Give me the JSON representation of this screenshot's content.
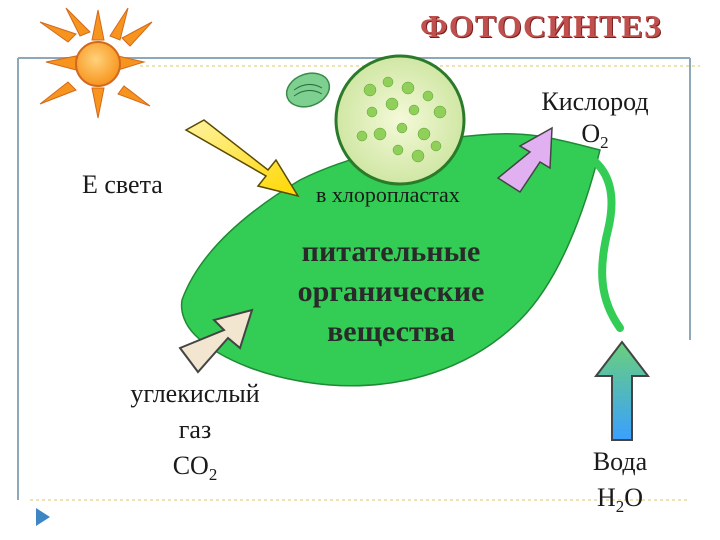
{
  "title": "ФОТОСИНТЕЗ",
  "labels": {
    "oxygen_word": "Кислород",
    "oxygen_formula_base": "O",
    "oxygen_formula_sub": "2",
    "light": "Е света",
    "chloroplasts": "в хлоропластах",
    "organic_line1": "питательные",
    "organic_line2": "органические",
    "organic_line3": "вещества",
    "co2_line1": "углекислый",
    "co2_line2": "газ",
    "co2_formula_base": "CO",
    "co2_formula_sub": "2",
    "water_word": "Вода",
    "water_formula_h": "H",
    "water_formula_sub": "2",
    "water_formula_o": "O"
  },
  "colors": {
    "title": "#c0504d",
    "leaf": "#33cc55",
    "sun": "#f7941d",
    "light_arrow": "#ffd700",
    "oxygen_arrow": "#e0b0f0",
    "co2_arrow": "#f2e6d0",
    "water_arrow": "#3aa0ff",
    "frame": "#8fa8b8"
  },
  "icons": [
    "sun-icon",
    "chloroplast-icon",
    "cell-icon",
    "play-icon"
  ]
}
